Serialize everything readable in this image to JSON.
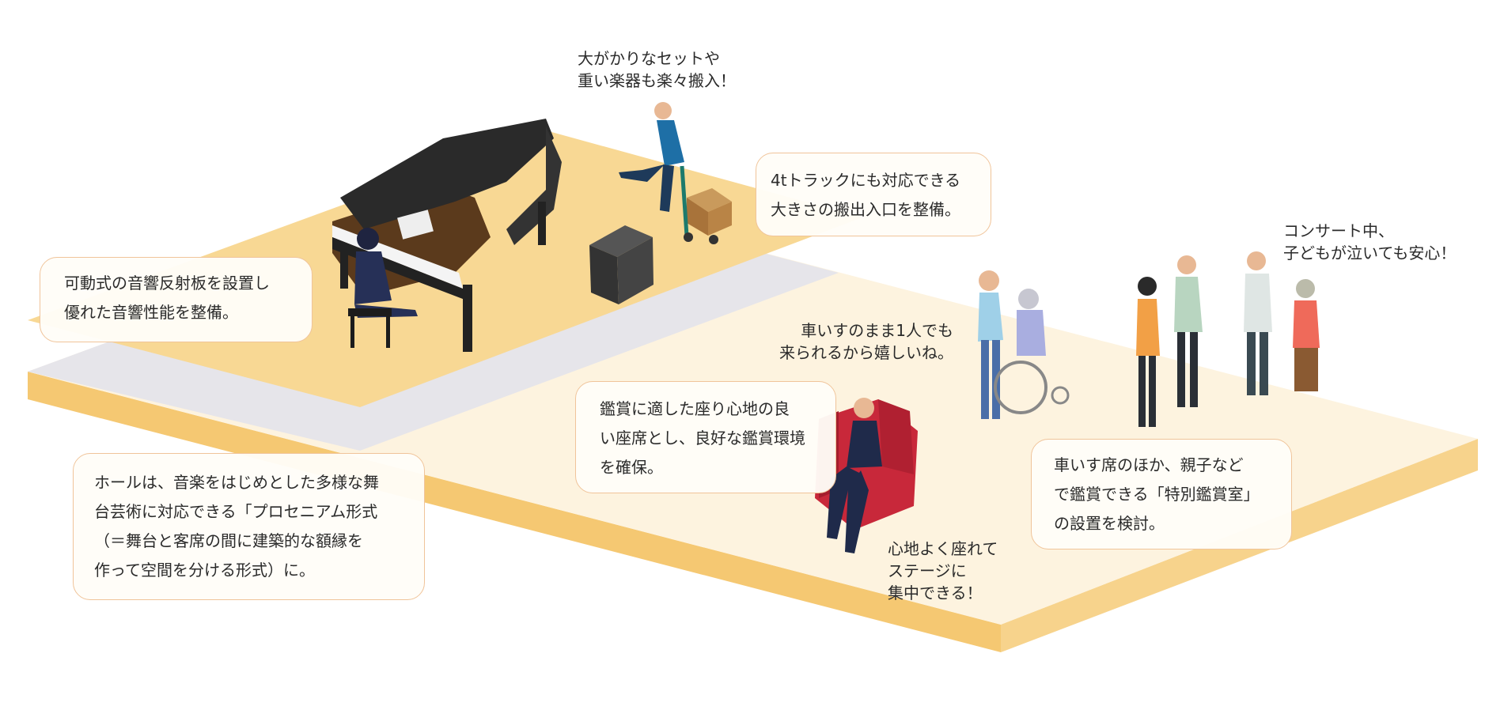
{
  "callouts": {
    "reflector": [
      "可動式の音響反射板を設置し",
      "優れた音響性能を整備。"
    ],
    "loading": [
      "4tトラックにも対応できる",
      "大きさの搬出入口を整備。"
    ],
    "seats": [
      "鑑賞に適した座り心地の良",
      "い座席とし、良好な鑑賞環境",
      "を確保。"
    ],
    "special_room": [
      "車いす席のほか、親子など",
      "で鑑賞できる「特別鑑賞室」",
      "の設置を検討。"
    ],
    "proscenium": [
      "ホールは、音楽をはじめとした多様な舞",
      "台芸術に対応できる「プロセニアム形式",
      "（＝舞台と客席の間に建築的な額縁を",
      "作って空間を分ける形式）に。"
    ]
  },
  "voices": {
    "cart": [
      "大がかりなセットや",
      "重い楽器も楽々搬入！"
    ],
    "concert": [
      "コンサート中、",
      "子どもが泣いても安心！"
    ],
    "wheelchair": [
      "車いすのまま1人でも",
      "来られるから嬉しいね。"
    ],
    "comfort": [
      "心地よく座れて",
      "ステージに",
      "集中できる！"
    ]
  },
  "colors": {
    "stage": "#f8d894",
    "aisle": "#e6e5ea",
    "floor": "#fdf3df",
    "side": "#f5c872",
    "border": "#f0c49a",
    "seat_red": "#c8283a"
  }
}
